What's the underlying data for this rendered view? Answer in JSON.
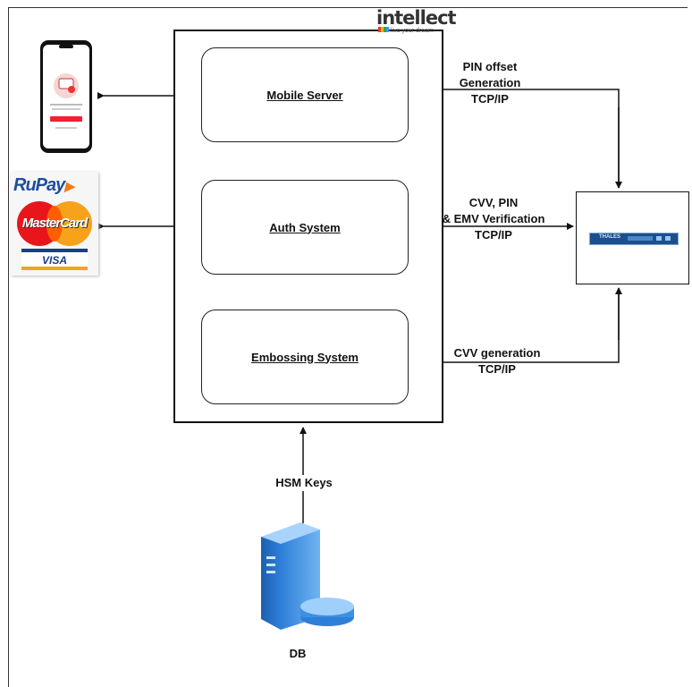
{
  "logo": {
    "name": "intellect",
    "tagline": "live your dream"
  },
  "systems": {
    "mobile_server": "Mobile Server",
    "auth_system": "Auth System",
    "embossing_system": "Embossing System"
  },
  "links": {
    "pin_offset_line1": "PIN offset",
    "pin_offset_line2": "Generation",
    "pin_offset_line3": "TCP/IP",
    "cvv_pin_line1": "CVV, PIN",
    "cvv_pin_line2": "& EMV Verification",
    "cvv_pin_line3": "TCP/IP",
    "cvv_gen_line1": "CVV generation",
    "cvv_gen_line2": "TCP/IP",
    "hsm_keys": "HSM Keys"
  },
  "card_brands": {
    "rupay": "RuPay",
    "mastercard": "MasterCard",
    "visa": "VISA"
  },
  "hsm_device": {
    "brand": "THALES"
  },
  "db": {
    "label": "DB"
  },
  "colors": {
    "line": "#111111",
    "server_blue": "#3d8fe0",
    "hsm_panel": "#1d4f8a",
    "mastercard_red": "#e8161b",
    "mastercard_yellow": "#f7a21b",
    "rupay_blue": "#1e4d9c",
    "rupay_orange": "#f07d1a"
  }
}
